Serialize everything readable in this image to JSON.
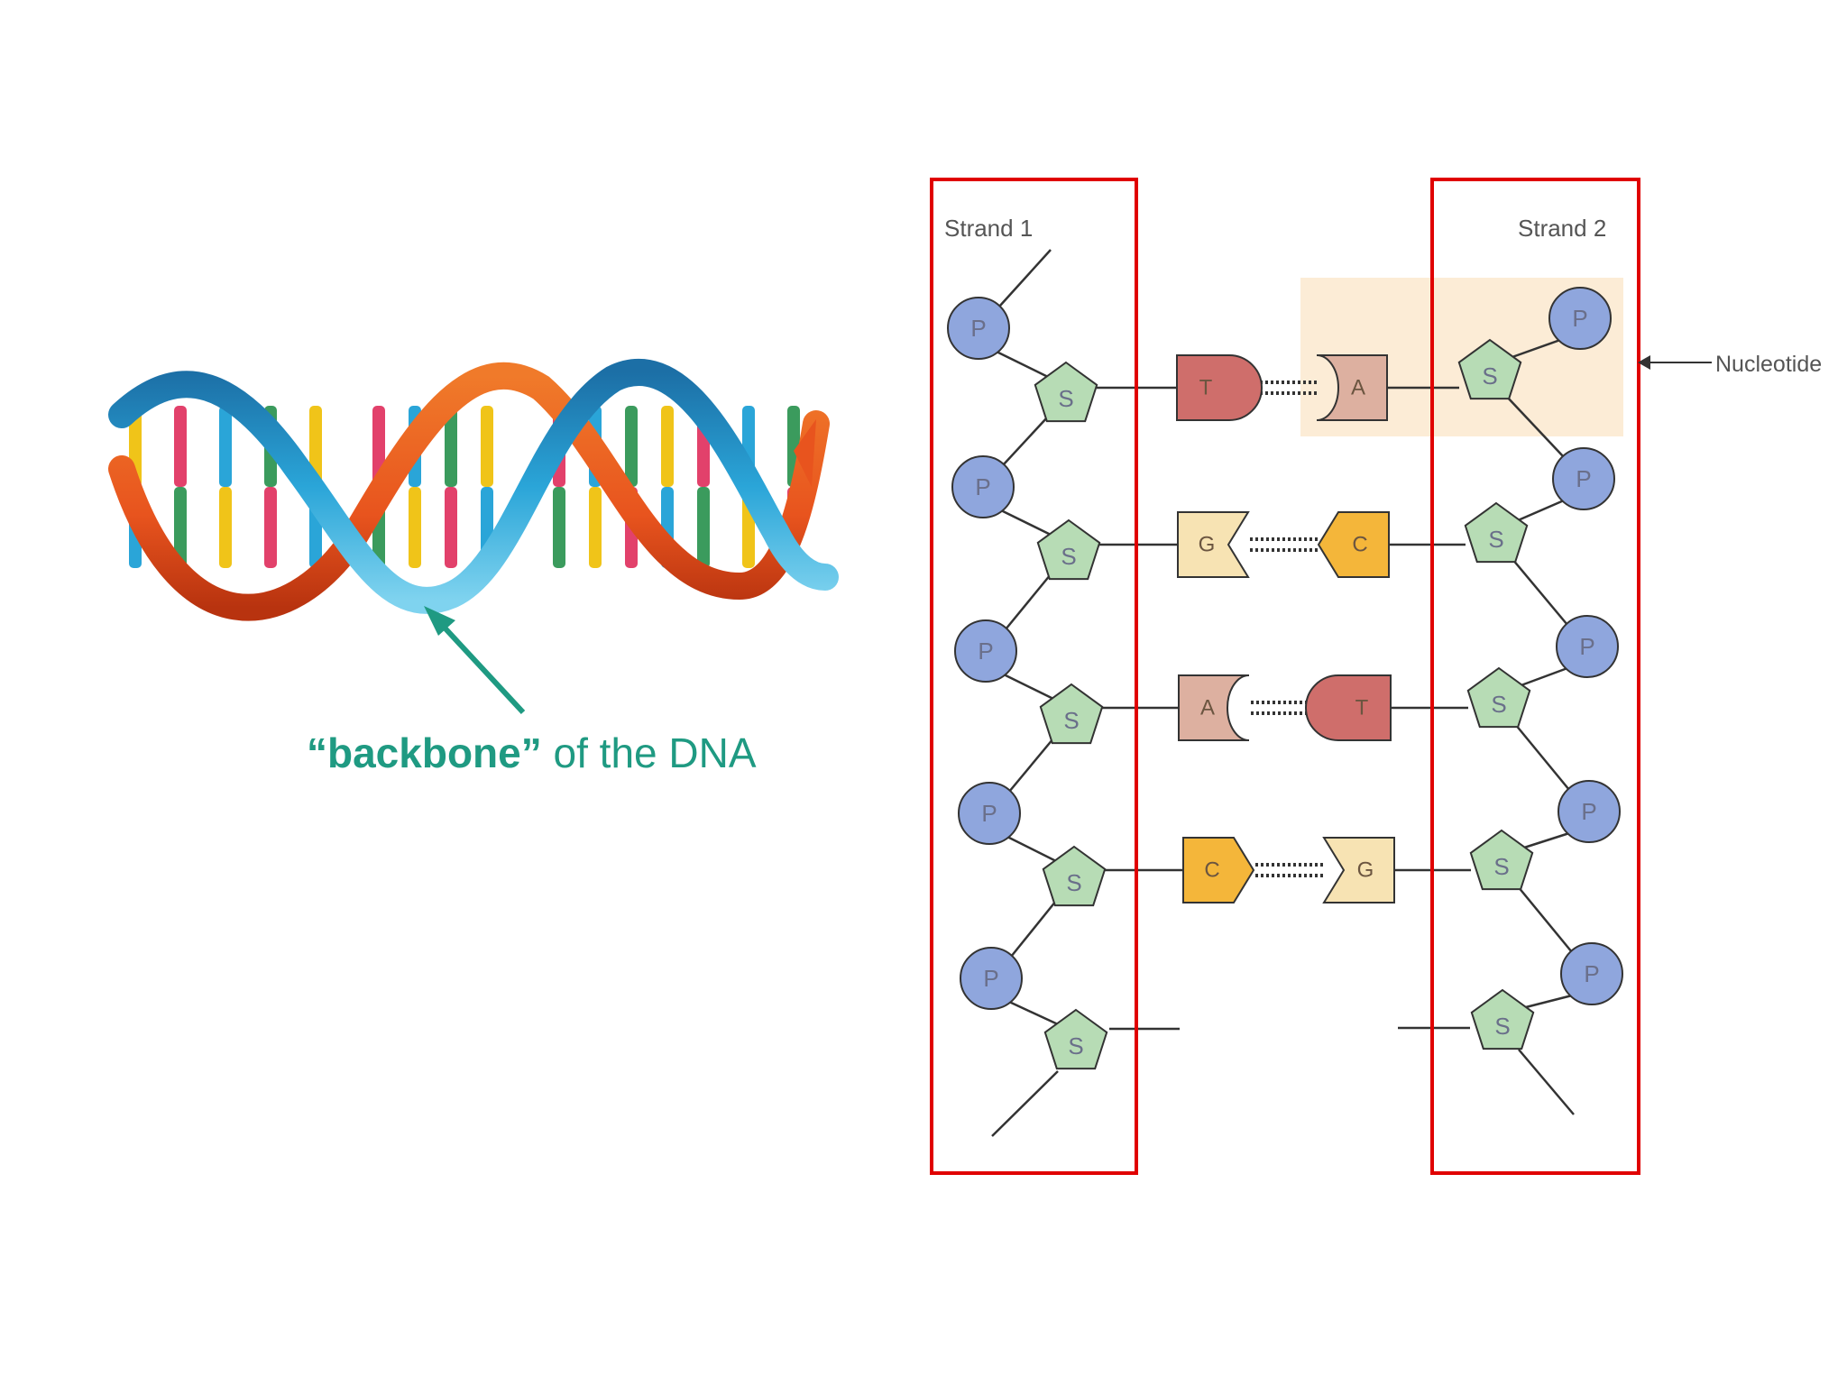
{
  "caption": {
    "open_quote": "“",
    "emphasis": "backbone",
    "close_quote": "”",
    "rest": " of the DNA"
  },
  "diagram": {
    "strand1_label": "Strand 1",
    "strand2_label": "Strand 2",
    "nucleotide_label": "Nucleotide",
    "phosphate_label": "P",
    "sugar_label": "S",
    "pairs": [
      {
        "left": "T",
        "right": "A"
      },
      {
        "left": "G",
        "right": "C"
      },
      {
        "left": "A",
        "right": "T"
      },
      {
        "left": "C",
        "right": "G"
      }
    ]
  },
  "colors": {
    "accent_teal": "#1f9a82",
    "highlight_box": "#e00000",
    "phosphate": "#8fa6dd",
    "sugar": "#b7dcb5",
    "nucleotide_highlight": "#fbe9cf",
    "base_T": "#cf6e6b",
    "base_A": "#ddb0a0",
    "base_G": "#f7e3b3",
    "base_C": "#f4b63a",
    "helix_blue": "#2aa5d8",
    "helix_orange": "#e8541e"
  },
  "icons": [
    "dna-helix-image",
    "arrow-icon"
  ]
}
